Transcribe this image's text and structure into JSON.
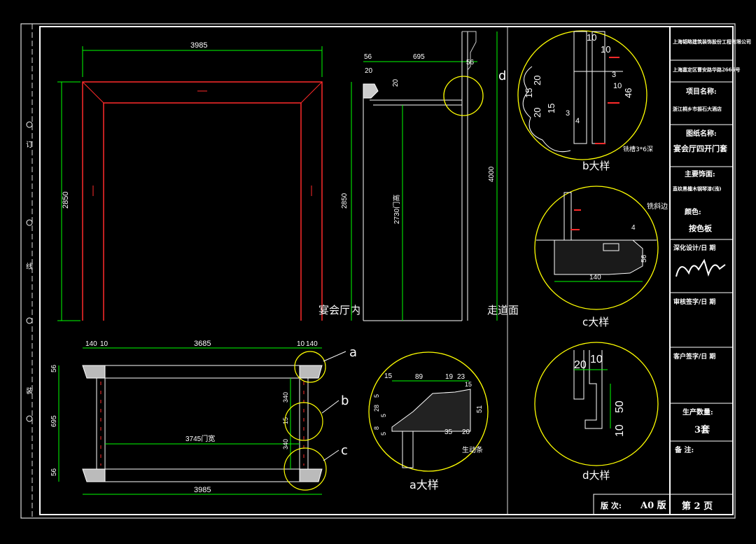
{
  "front_view": {
    "width_dim": "3985",
    "height_dim": "2850",
    "inner_label": "宴会厅内",
    "outer_label": "走道面"
  },
  "side_view": {
    "dims": [
      "56",
      "695",
      "56",
      "20",
      "20",
      "2850",
      "2730门高",
      "4000"
    ],
    "detail_callout": "d"
  },
  "plan_view": {
    "top_dims": [
      "140",
      "10",
      "3685",
      "10",
      "140"
    ],
    "bottom_dim": "3985",
    "left_dims": [
      "56",
      "695",
      "56"
    ],
    "inner_dim": "3745门宽",
    "right_dims": [
      "340",
      "15",
      "340"
    ],
    "callouts": [
      "a",
      "b",
      "c"
    ]
  },
  "details": {
    "a": {
      "title": "a大样",
      "dims": [
        "15",
        "89",
        "19",
        "23",
        "5",
        "28",
        "5",
        "8",
        "5",
        "35",
        "20",
        "51",
        "15"
      ],
      "note": "生动条"
    },
    "b": {
      "title": "b大样",
      "dims": [
        "10",
        "10",
        "15",
        "20",
        "20",
        "15",
        "3",
        "4",
        "3",
        "46",
        "10"
      ],
      "note": "铣槽3*6深"
    },
    "c": {
      "title": "c大样",
      "dims": [
        "4",
        "56",
        "140"
      ],
      "note": "铣斜边"
    },
    "d": {
      "title": "d大样",
      "dims": [
        "20",
        "10",
        "50",
        "10"
      ]
    }
  },
  "title_block": {
    "company": "上海韬略建筑装饰股份工程有限公司",
    "address": "上海嘉定区曹安路华路2666号",
    "project_label": "项目名称:",
    "project_name": "浙江桐乡市振石大酒店",
    "drawing_label": "图纸名称:",
    "drawing_name": "宴会厅四开门套",
    "material_label": "主要饰面:",
    "material_value": "直纹黑檀木钢琴漆(浅)",
    "color_label": "颜色:",
    "color_value": "按色板",
    "design_label": "深化设计/日 期",
    "review_label": "审核签字/日 期",
    "client_label": "客户签字/日 期",
    "qty_label": "生产数量:",
    "qty_value": "3套",
    "remark_label": "备   注:",
    "version_label": "版 次:",
    "version_value": "A0 版",
    "page_label": "第 2 页"
  },
  "margin_text": [
    "订",
    "线",
    "装"
  ],
  "colors": {
    "background": "#000000",
    "frame": "#ffffff",
    "dimension": "#00ff00",
    "door": "#ff2a2a",
    "detail_circle": "#ffff00",
    "accent": "#00ffff"
  }
}
